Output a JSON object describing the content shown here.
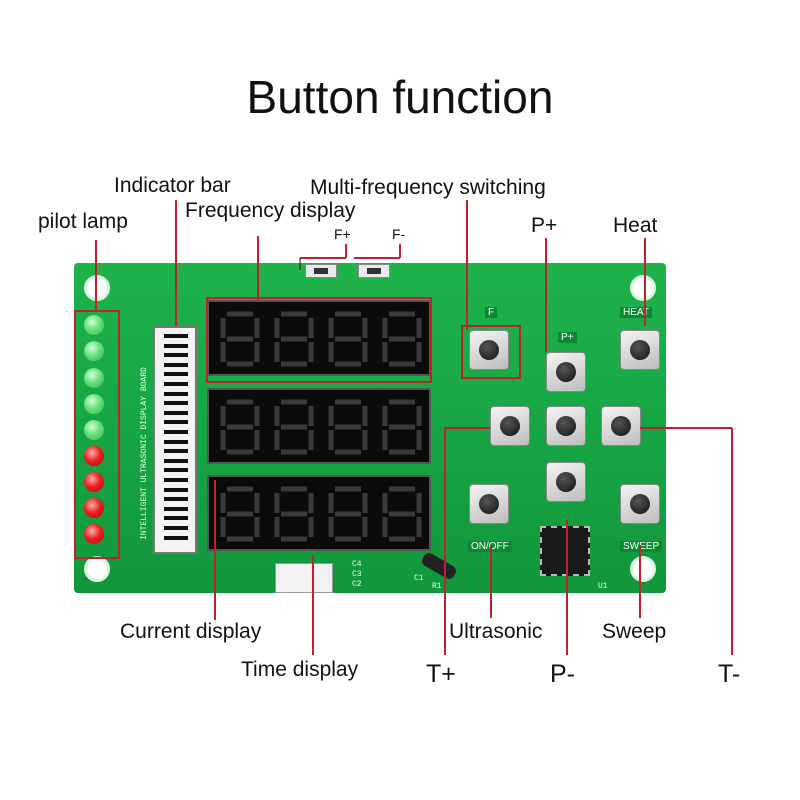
{
  "title": "Button function",
  "labels": {
    "pilot_lamp": "pilot lamp",
    "indicator_bar": "Indicator bar",
    "frequency_display": "Frequency display",
    "multi_frequency": "Multi-frequency switching",
    "f_plus": "F+",
    "f_minus": "F-",
    "p_plus": "P+",
    "heat": "Heat",
    "current_display": "Current display",
    "time_display": "Time display",
    "ultrasonic": "Ultrasonic",
    "sweep": "Sweep",
    "t_plus": "T+",
    "p_minus": "P-",
    "t_minus": "T-"
  },
  "board": {
    "silk_board_name": "INTELLIGENT ULTRASONIC DISPLAY BOARD",
    "button_labels": {
      "f": "F",
      "p_plus": "P+",
      "heat": "HEAT",
      "on_off": "ON/OFF",
      "sweep": "SWEEP"
    },
    "components": {
      "c1": "C1",
      "r1": "R1",
      "u1": "U1",
      "c2": "C2",
      "c3": "C3",
      "c4": "C4"
    }
  },
  "colors": {
    "board": "#16a443",
    "led_green": "#2fb84a",
    "led_red": "#ee2020",
    "callout": "#c0222b",
    "display_bg": "#0b0b0b"
  }
}
